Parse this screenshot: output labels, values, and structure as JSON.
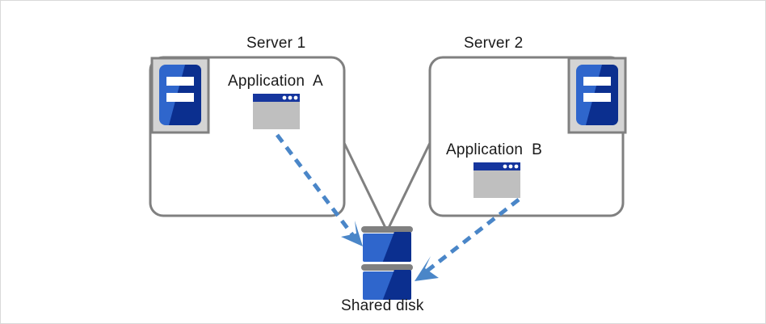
{
  "diagram": {
    "title": "Shared disk cluster diagram",
    "colors": {
      "box_stroke": "#808080",
      "connector_line": "#808080",
      "arrow_blue": "#4a86c8",
      "icon_blue_light": "#2f66cc",
      "icon_blue_dark": "#0b2f8f",
      "app_titlebar": "#16369e",
      "app_body": "#bfbfbf",
      "icon_frame_fill": "#d4d4d4",
      "icon_frame_stroke": "#808080",
      "disk_bar": "#808080",
      "text": "#1a1a1a",
      "page_border": "#d9d9d9",
      "background": "#ffffff"
    },
    "nodes": {
      "server_1": {
        "label": "Server 1",
        "icon_name": "server-icon",
        "app_label": "Application  A",
        "app_icon_name": "application-window-icon"
      },
      "server_2": {
        "label": "Server 2",
        "icon_name": "server-icon",
        "app_label": "Application  B",
        "app_icon_name": "application-window-icon"
      },
      "shared_disk": {
        "label": "Shared disk",
        "icon_name": "disk-stack-icon",
        "platters": 2
      }
    },
    "connectors": [
      {
        "name": "server-1-to-disk-line",
        "style": "solid",
        "color": "#808080",
        "from": "server_1",
        "to": "shared_disk"
      },
      {
        "name": "server-2-to-disk-line",
        "style": "solid",
        "color": "#808080",
        "from": "server_2",
        "to": "shared_disk"
      },
      {
        "name": "application-a-to-disk-arrow",
        "style": "dashed",
        "color": "#4a86c8",
        "from": "application_a",
        "to": "shared_disk"
      },
      {
        "name": "application-b-to-disk-arrow",
        "style": "dashed",
        "color": "#4a86c8",
        "from": "application_b",
        "to": "shared_disk"
      }
    ]
  }
}
